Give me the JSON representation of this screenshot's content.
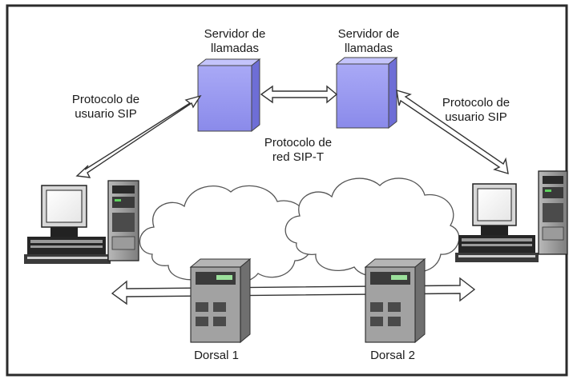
{
  "labels": {
    "server_left": [
      "Servidor de",
      "llamadas"
    ],
    "server_right": [
      "Servidor de",
      "llamadas"
    ],
    "protocol_left": [
      "Protocolo de",
      "usuario SIP"
    ],
    "protocol_right": [
      "Protocolo de",
      "usuario SIP"
    ],
    "network_protocol": [
      "Protocolo de",
      "red SIP-T"
    ],
    "backbone_1": "Dorsal 1",
    "backbone_2": "Dorsal 2"
  },
  "colors": {
    "server_box_front": "#9b9bf2",
    "server_box_side": "#6e6ed6",
    "server_box_top": "#c4c4fb",
    "frame": "#2b2b2b",
    "cloud_fill": "#ffffff",
    "arrow_fill": "#ffffff",
    "equipment_gray": "#8f8f8f"
  },
  "icons": {
    "call_server": "server-box-icon",
    "workstation": "desktop-computer-icon",
    "backbone_switch": "network-switch-icon",
    "cloud": "cloud-icon"
  }
}
